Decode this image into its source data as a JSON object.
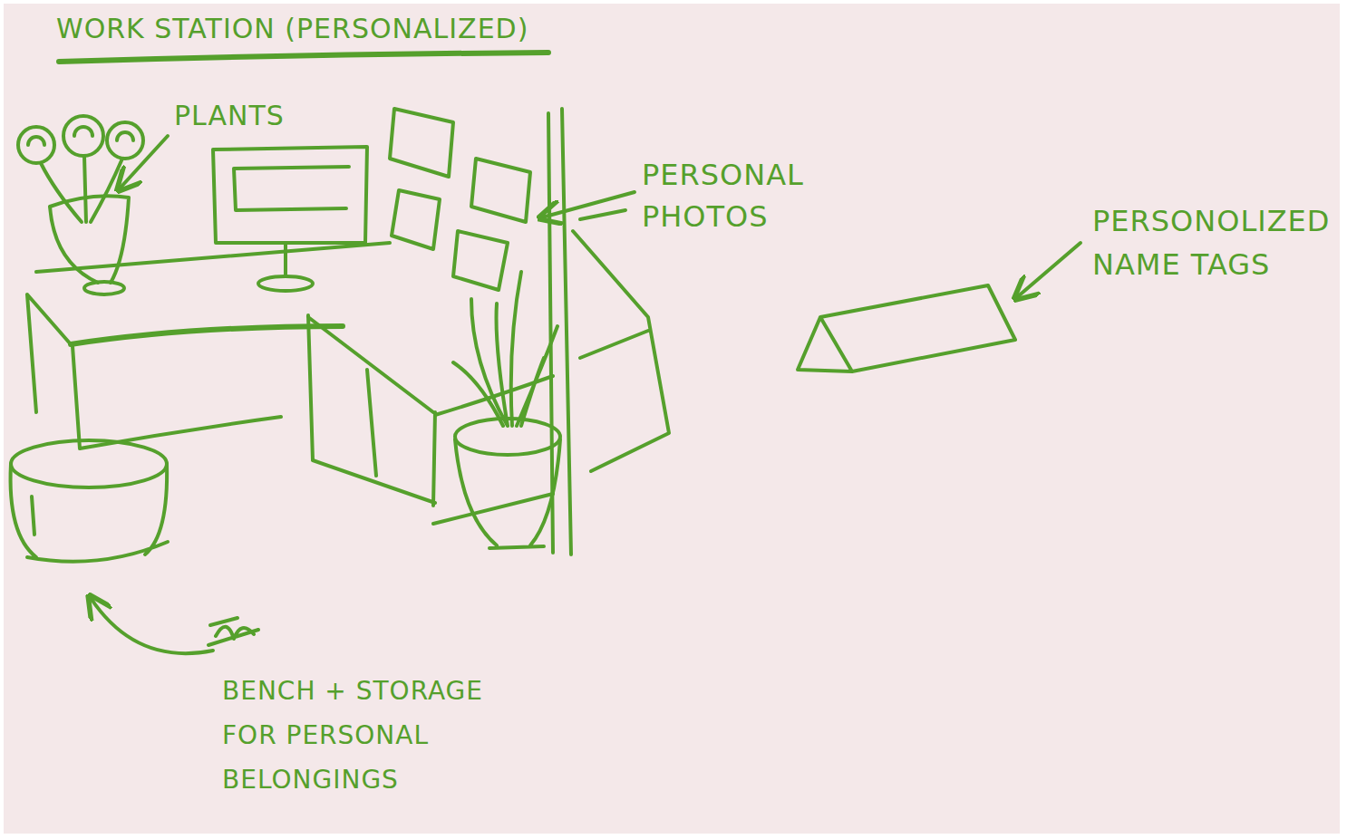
{
  "diagram": {
    "title": "WORK STATION (PERSONALIZED)",
    "labels": [
      "PLANTS",
      "PERSONAL PHOTOS",
      "PERSONOLIZED NAME TAGS",
      "BENCH + STORAGE FOR PERSONAL BELONGINGS"
    ]
  }
}
